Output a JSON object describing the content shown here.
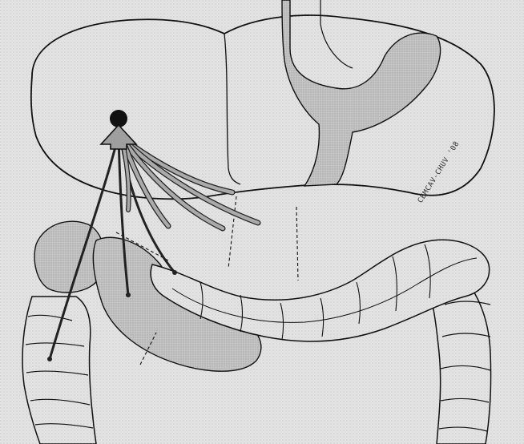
{
  "illustration": {
    "signature": "CEMCAV-CHUV '08"
  },
  "colors": {
    "organ_fill": "#e2e2e2",
    "organ_shadow": "#bdbdbd",
    "outline": "#111111",
    "drain_fill": "#aaaaaa",
    "drain_outline": "#222222",
    "entry_point": "#111111"
  },
  "icons": {
    "entry": "black-dot",
    "direction": "up-arrow"
  }
}
